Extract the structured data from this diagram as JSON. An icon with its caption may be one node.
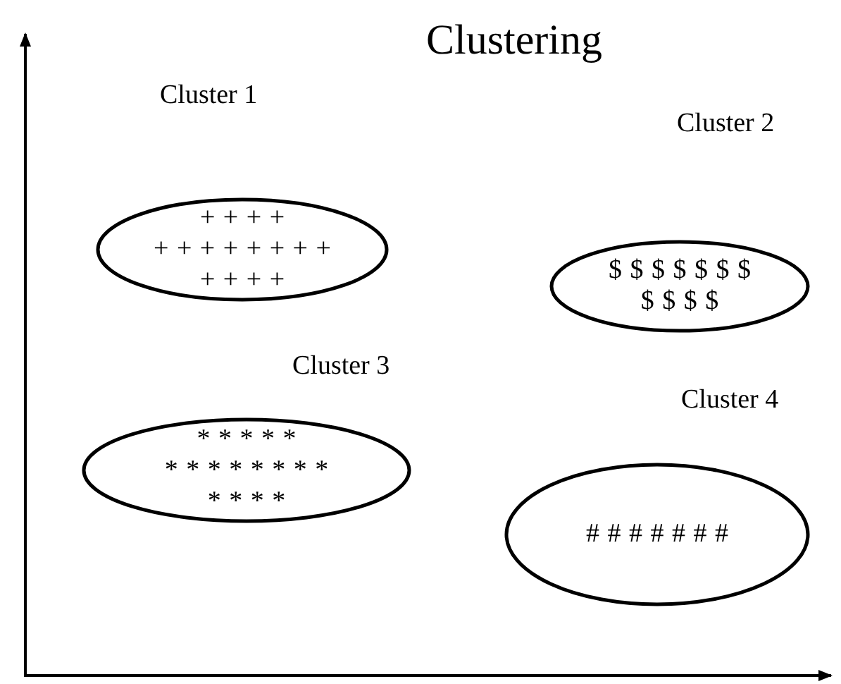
{
  "diagram": {
    "title": "Clustering",
    "nodes": [
      {
        "text": [
          "Cluster 1",
          "+ + + +",
          "+ + + + + + + +",
          "+ + + +"
        ]
      },
      {
        "text": [
          "Cluster 2",
          "$ $ $ $ $ $ $",
          "$ $ $ $"
        ]
      },
      {
        "text": [
          "Cluster 3",
          "* * * * *",
          "* * * * * * * *",
          "* * * *"
        ]
      },
      {
        "text": [
          "Cluster 4",
          "# # # # # # #"
        ]
      }
    ]
  }
}
